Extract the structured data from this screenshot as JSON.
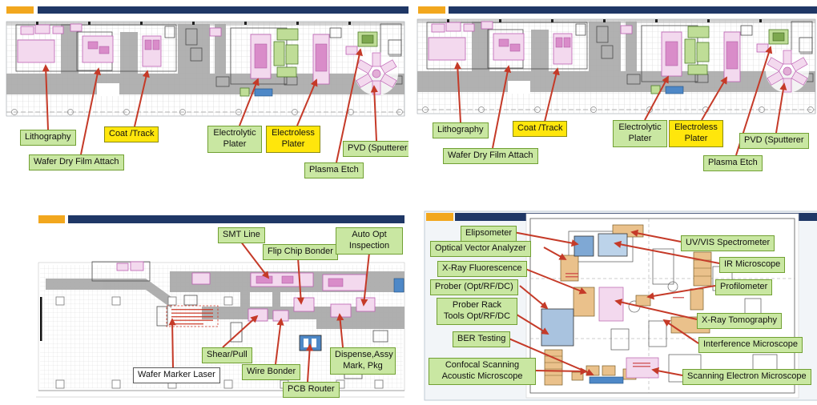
{
  "theme": {
    "navy": "#1F3766",
    "orange": "#F2A71E",
    "arrow_red": "#C53A28",
    "label_green_bg": "#C9E7A2",
    "label_green_border": "#71A033",
    "label_yellow_bg": "#FFE60C",
    "label_yellow_border": "#8A8A12",
    "equip_pink": "#F3D9EE",
    "equip_pink_border": "#BC5FB2",
    "equip_green": "#BFDD97",
    "equip_green_border": "#4F7E2A",
    "equip_tan": "#EAC18B",
    "equip_blue": "#4E88C7",
    "corridor_gray": "#A9A9A9"
  },
  "q1": {
    "labels": {
      "lithography": "Lithography",
      "wafer_dry_film_attach": "Wafer Dry Film Attach",
      "coat_track": "Coat /Track",
      "electrolytic_plater": "Electrolytic Plater",
      "electroless_plater": "Electroless Plater",
      "pvd_sputterer": "PVD (Sputterer",
      "plasma_etch": "Plasma Etch"
    }
  },
  "q2": {
    "labels": {
      "lithography": "Lithography",
      "wafer_dry_film_attach": "Wafer Dry Film Attach",
      "coat_track": "Coat /Track",
      "electrolytic_plater": "Electrolytic Plater",
      "electroless_plater": "Electroless Plater",
      "pvd_sputterer": "PVD (Sputterer",
      "plasma_etch": "Plasma Etch"
    }
  },
  "q3": {
    "labels": {
      "smt_line": "SMT Line",
      "flip_chip_bonder": "Flip Chip Bonder",
      "auto_opt_inspection": "Auto Opt Inspection",
      "shear_pull": "Shear/Pull",
      "wire_bonder": "Wire Bonder",
      "pcb_router": "PCB Router",
      "dispense_assy_mark_pkg": "Dispense,Assy Mark, Pkg",
      "wafer_marker_laser": "Wafer Marker Laser"
    }
  },
  "q4": {
    "labels": {
      "elipsometer": "Elipsometer",
      "optical_vector_analyzer": "Optical Vector Analyzer",
      "xray_fluorescence": "X-Ray Fluorescence",
      "prober_opt_rf_dc": "Prober (Opt/RF/DC)",
      "prober_rack_tools": "Prober Rack Tools Opt/RF/DC",
      "ber_testing": "BER Testing",
      "confocal_scanning_acoustic_microscope": "Confocal Scanning Acoustic Microscope",
      "uv_vis_spectrometer": "UV/VIS Spectrometer",
      "ir_microscope": "IR Microscope",
      "profilometer": "Profilometer",
      "xray_tomography": "X-Ray Tomography",
      "interference_microscope": "Interference Microscope",
      "scanning_electron_microscope": "Scanning Electron Microscope"
    }
  }
}
